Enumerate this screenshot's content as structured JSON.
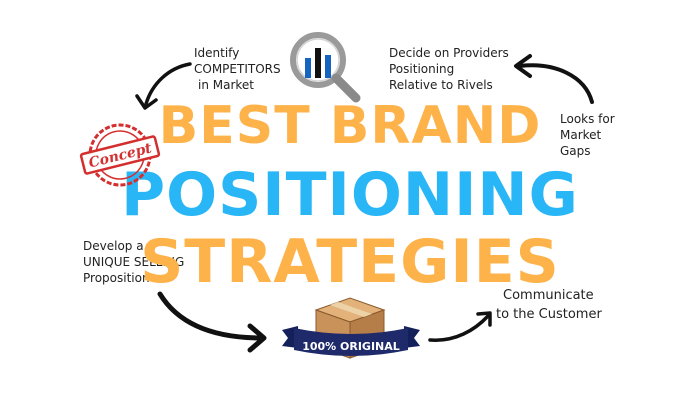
{
  "colors": {
    "headline_primary": "#FDB34A",
    "headline_accent": "#29B6F6",
    "stamp_red": "#D32F2F",
    "ribbon_navy": "#1F2A6B",
    "box_brown": "#C9925A",
    "arrow": "#111111",
    "icon_blue": "#1565C0",
    "icon_grey": "#8A8A8A"
  },
  "headline": {
    "line1": "BEST BRAND",
    "line2": "POSITIONING",
    "line3": "STRATEGIES"
  },
  "steps": {
    "identify": [
      "Identify",
      "COMPETITORS",
      "in Market"
    ],
    "decide": [
      "Decide on Providers",
      "Positioning",
      "Relative to Rivels"
    ],
    "gaps": [
      "Looks for",
      "Market",
      "Gaps"
    ],
    "develop": [
      "Develop a",
      "UNIQUE SELLING",
      "Proposition"
    ],
    "communicate": [
      "Communicate",
      "to the Customer"
    ]
  },
  "stamp": {
    "text": "Concept"
  },
  "ribbon": {
    "text": "100% ORIGINAL"
  },
  "icons": [
    "magnifier-chart-icon",
    "concept-stamp-icon",
    "package-box-icon"
  ]
}
